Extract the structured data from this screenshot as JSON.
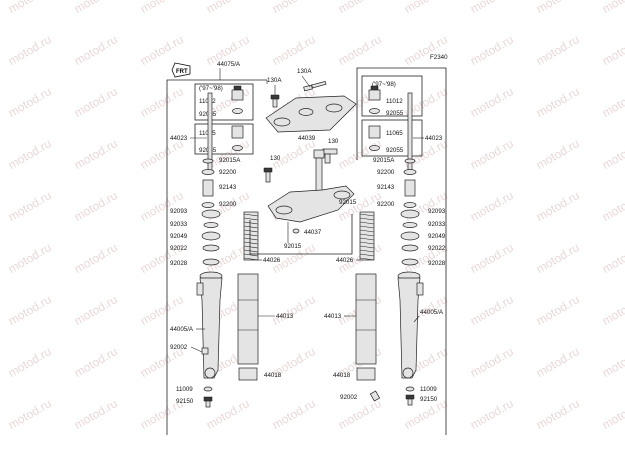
{
  "diagram": {
    "code": "F2340",
    "watermark": "motod.ru",
    "labels": {
      "l44075": "44075/A",
      "l97_98_left": "('97~'98)",
      "l97_98_right": "('97~'98)",
      "l11012_l": "11012",
      "l92055_l1": "92055",
      "l44023_l": "44023",
      "l11065_l": "11065",
      "l92055_l2": "92055",
      "l92015A_l": "92015A",
      "l92200_l1": "92200",
      "l92143_l": "92143",
      "l92200_l2": "92200",
      "l92093_l": "92093",
      "l92033_l": "92033",
      "l92049_l": "92049",
      "l92022_l": "92022",
      "l92028_l": "92028",
      "l44026_l": "44026",
      "l44013_l": "44013",
      "l44005A_l": "44005/A",
      "l92002_l": "92002",
      "l44018_l": "44018",
      "l11009_l": "11009",
      "l92150_l": "92150",
      "l130A_1": "130A",
      "l130A_2": "130A",
      "l44039": "44039",
      "l130_1": "130",
      "l130_2": "130",
      "l92015_1": "92015",
      "l44037": "44037",
      "l92015_2": "92015",
      "l11012_r": "11012",
      "l92055_r1": "92055",
      "l44023_r": "44023",
      "l11065_r": "11065",
      "l92055_r2": "92055",
      "l92015A_r": "92015A",
      "l92200_r1": "92200",
      "l92143_r": "92143",
      "l92200_r2": "92200",
      "l92093_r": "92093",
      "l92033_r": "92033",
      "l92049_r": "92049",
      "l92022_r": "92022",
      "l92028_r": "92028",
      "l44026_r": "44026",
      "l44013_r": "44013",
      "l44005A_r": "44005/A",
      "l44018_r": "44018",
      "l11009_r": "11009",
      "l92150_r": "92150",
      "l92002_r": "92002"
    }
  }
}
